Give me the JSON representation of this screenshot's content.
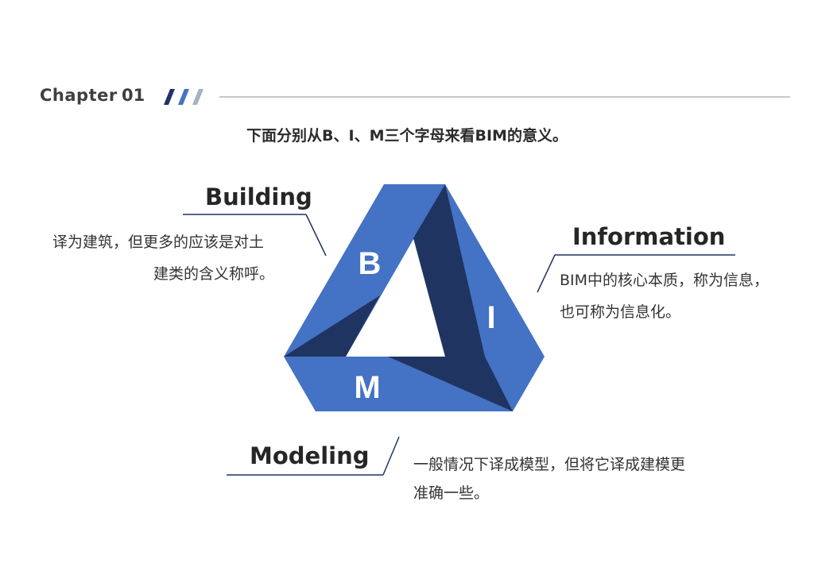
{
  "header": {
    "chapter_label": "Chapter",
    "chapter_number": "01"
  },
  "intro": "下面分别从B、I、M三个字母来看BIM的意义。",
  "diagram": {
    "letters": {
      "b": "B",
      "i": "I",
      "m": "M"
    },
    "colors": {
      "light": "#4472c4",
      "dark": "#1f3461",
      "text": "#262626",
      "rule": "#c8c8c8"
    }
  },
  "terms": {
    "building": {
      "title": "Building",
      "desc_line1": "译为建筑，但更多的应该是对土",
      "desc_line2": "建类的含义称呼。"
    },
    "information": {
      "title": "Information",
      "desc_line1": "BIM中的核心本质，称为信息，",
      "desc_line2": "也可称为信息化。"
    },
    "modeling": {
      "title": "Modeling",
      "desc_line1": "一般情况下译成模型，但将它译成建模更",
      "desc_line2": "准确一些。"
    }
  }
}
